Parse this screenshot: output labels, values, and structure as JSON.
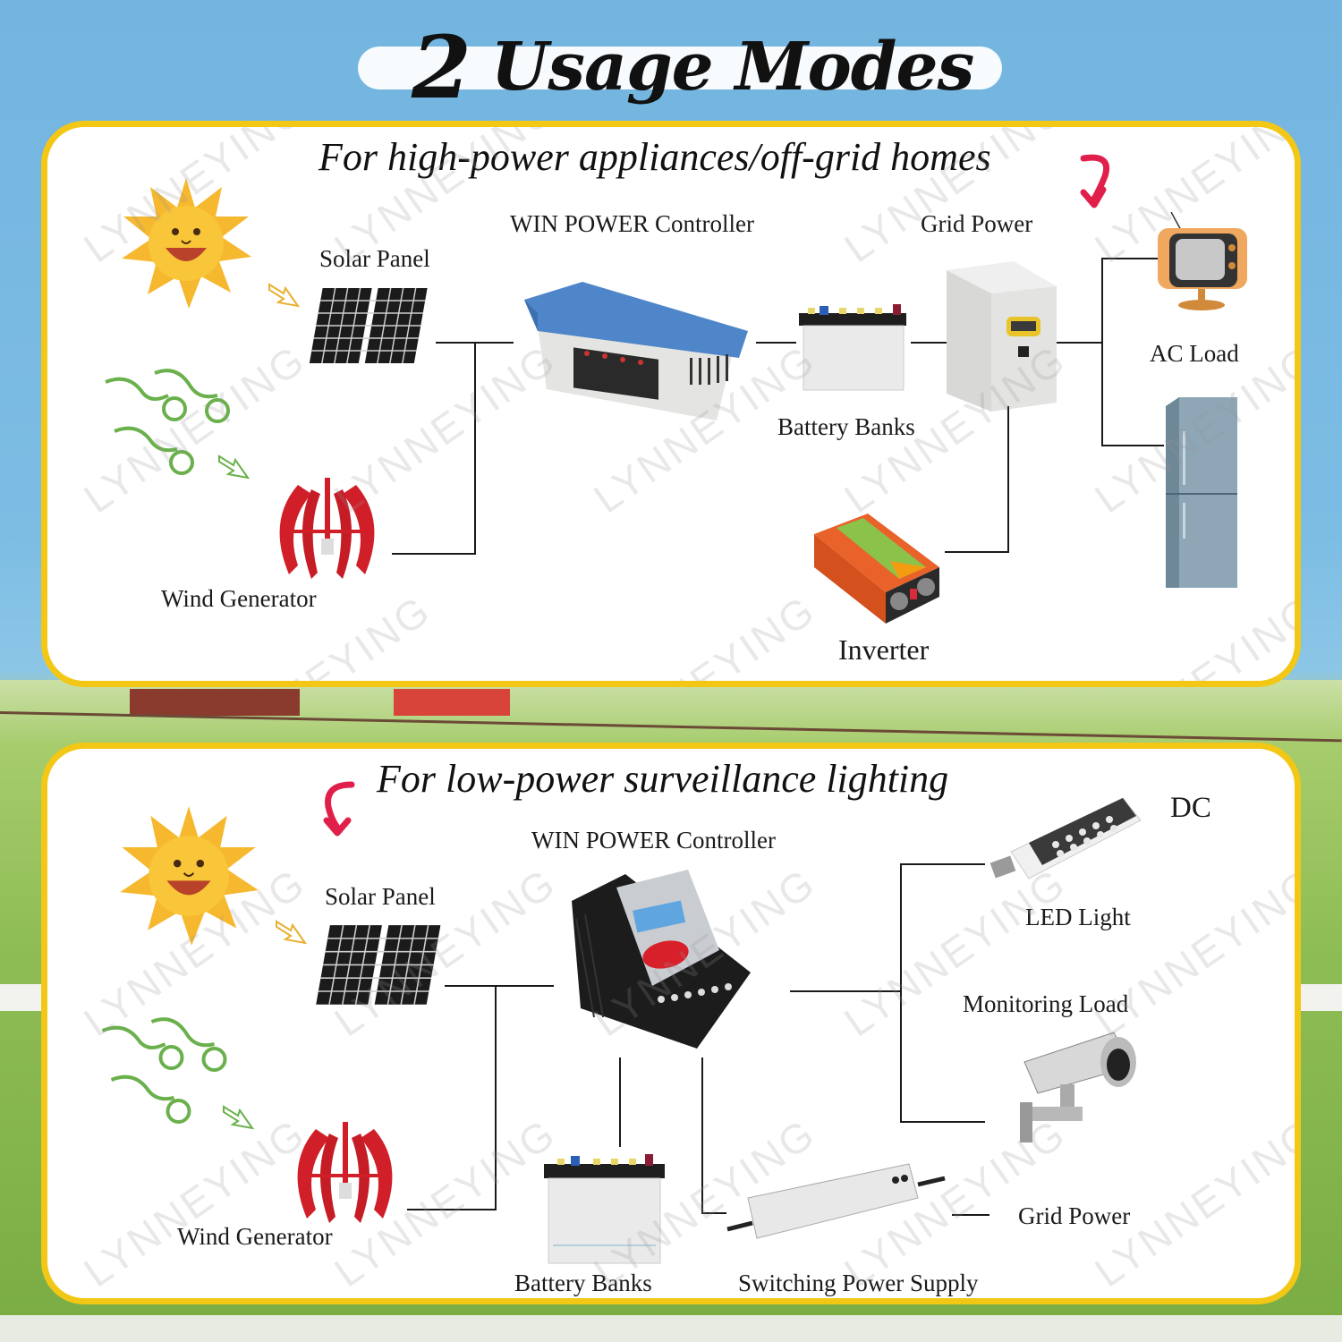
{
  "header": {
    "number": "2",
    "title": "Usage Modes"
  },
  "watermark": "LYNNEYING",
  "mode_high_power": {
    "subtitle": "For high-power appliances/off-grid homes",
    "labels": {
      "solar_panel": "Solar Panel",
      "wind_generator": "Wind Generator",
      "controller": "WIN POWER Controller",
      "battery_banks": "Battery Banks",
      "grid_power": "Grid Power",
      "inverter": "Inverter",
      "ac_load": "AC Load"
    }
  },
  "mode_low_power": {
    "subtitle": "For low-power surveillance lighting",
    "labels": {
      "solar_panel": "Solar Panel",
      "wind_generator": "Wind Generator",
      "controller": "WIN POWER Controller",
      "battery_banks": "Battery Banks",
      "switching_power_supply": "Switching Power Supply",
      "grid_power": "Grid Power",
      "dc": "DC",
      "led_light": "LED Light",
      "monitoring_load": "Monitoring Load"
    }
  },
  "colors": {
    "panel_border": "#f3c715",
    "sky": "#73b5e0",
    "arrow_red": "#e0204a",
    "turbine_red": "#d11f2a",
    "controller_blue": "#4f86c9"
  }
}
